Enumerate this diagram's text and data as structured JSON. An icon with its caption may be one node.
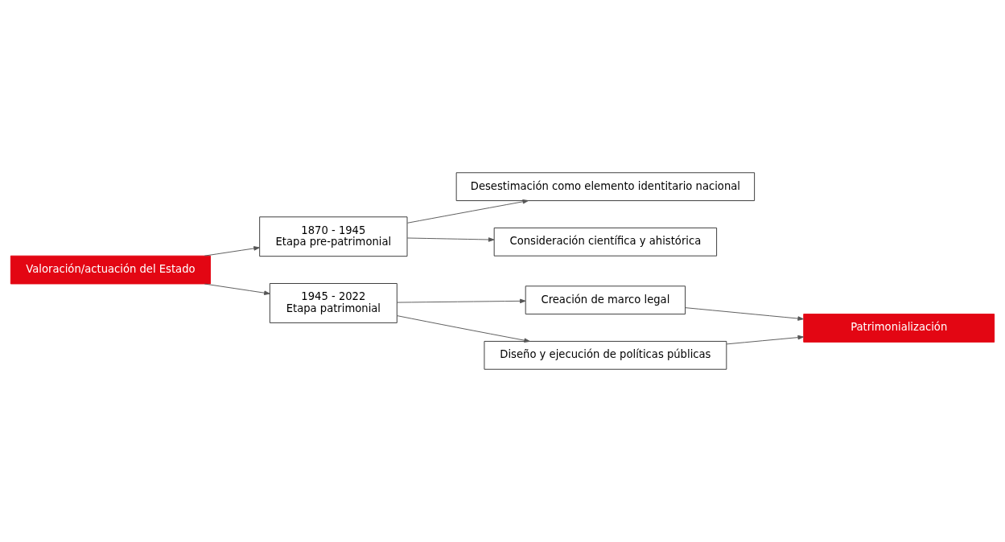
{
  "diagram": {
    "nodes": [
      {
        "text": [
          "Valoración/actuación del Estado"
        ]
      },
      {
        "text": [
          "1870 - 1945",
          "Etapa pre-patrimonial"
        ]
      },
      {
        "text": [
          "Desestimación como elemento identitario nacional"
        ]
      },
      {
        "text": [
          "Consideración científica y ahistórica"
        ]
      },
      {
        "text": [
          "Patrimonialización"
        ]
      },
      {
        "text": [
          "Creación de marco legal"
        ]
      },
      {
        "text": [
          "1945 - 2022",
          "Etapa patrimonial"
        ]
      },
      {
        "text": [
          "Diseño y ejecución de políticas públicas"
        ]
      }
    ],
    "edges": [
      {
        "from": 0,
        "to": 1,
        "arrow": "to"
      },
      {
        "from": 1,
        "to": 2,
        "arrow": "to"
      },
      {
        "from": 1,
        "to": 3,
        "arrow": "to"
      },
      {
        "from": 0,
        "to": 6,
        "arrow": "to"
      },
      {
        "from": 6,
        "to": 5,
        "arrow": "to"
      },
      {
        "from": 6,
        "to": 7,
        "arrow": "to"
      },
      {
        "from": 5,
        "to": 4,
        "arrow": "to"
      },
      {
        "from": 7,
        "to": 4,
        "arrow": "to"
      }
    ]
  }
}
